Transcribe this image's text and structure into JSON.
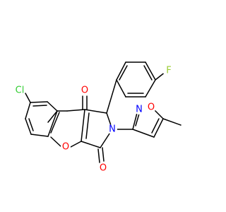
{
  "structure": {
    "atoms": [
      {
        "symbol": "F",
        "color": "#9acd32"
      },
      {
        "symbol": "O",
        "color": "#ff0000"
      },
      {
        "symbol": "O",
        "color": "#ff0000"
      },
      {
        "symbol": "N",
        "color": "#0000ff"
      },
      {
        "symbol": "Cl",
        "color": "#32cd32"
      },
      {
        "symbol": "O",
        "color": "#ff0000"
      },
      {
        "symbol": "N",
        "color": "#0000ff"
      },
      {
        "symbol": "O",
        "color": "#ff0000"
      }
    ]
  }
}
